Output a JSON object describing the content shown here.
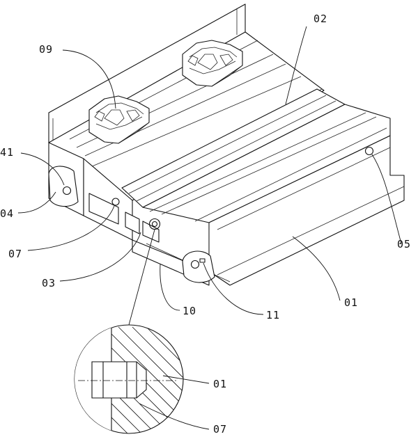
{
  "labels": {
    "l02": "02",
    "l09": "09",
    "l41": "41",
    "l04": "04",
    "l07": "07",
    "l03": "03",
    "l10": "10",
    "l11": "11",
    "l01": "01",
    "l05": "05",
    "detail_01": "01",
    "detail_07": "07"
  }
}
